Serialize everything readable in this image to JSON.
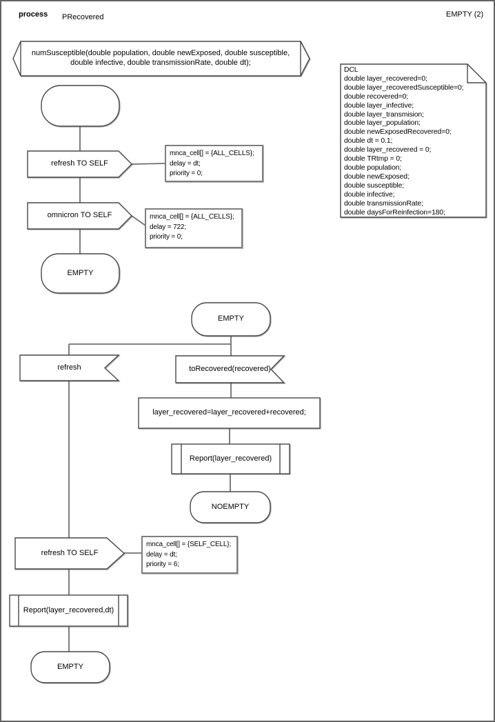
{
  "header": {
    "kind_label": "process",
    "name": "PRecovered",
    "page_label": "EMPTY (2)"
  },
  "banner": {
    "text": "numSusceptible(double population, double newExposed, double susceptible,\ndouble infective, double transmissionRate, double dt);"
  },
  "declarations": {
    "text": "DCL\ndouble layer_recovered=0;\ndouble layer_recoveredSusceptible=0;\ndouble recovered=0;\ndouble layer_infective;\ndouble layer_transmision;\ndouble layer_population;\ndouble newExposedRecovered=0;\ndouble dt = 0.1;\ndouble layer_recovered = 0;\ndouble TRtmp = 0;\ndouble population;\ndouble newExposed;\ndouble susceptible;\ndouble infective;\ndouble transmissionRate;\ndouble daysForReinfection=180;"
  },
  "flow1": {
    "start_state": "",
    "send_refresh": "refresh TO SELF",
    "comment_refresh": "mnca_cell[] = {ALL_CELLS};\ndelay = dt;\npriority = 0;",
    "send_omnicron": "omnicron TO SELF",
    "comment_omnicron": "mnca_cell[] = {ALL_CELLS};\ndelay = 722;\npriority = 0;",
    "end_state": "EMPTY"
  },
  "flow2": {
    "start_state": "EMPTY",
    "input_refresh": "refresh",
    "input_torecovered": "toRecovered(recovered)",
    "task": "layer_recovered=layer_recovered+recovered;",
    "call_report": "Report(layer_recovered)",
    "state_noempty": "NOEMPTY",
    "send_refresh_self": "refresh TO SELF",
    "comment_refresh_self": "mnca_cell[] = {SELF_CELL};\ndelay = dt;\npriority = 6;",
    "call_report_dt": "Report(layer_recovered,dt)",
    "end_state": "EMPTY"
  },
  "colors": {
    "symbol_stroke": "#474747",
    "comment_stroke": "#7d7d7d",
    "connector": "#6e6e6e",
    "background": "#ffffff"
  }
}
